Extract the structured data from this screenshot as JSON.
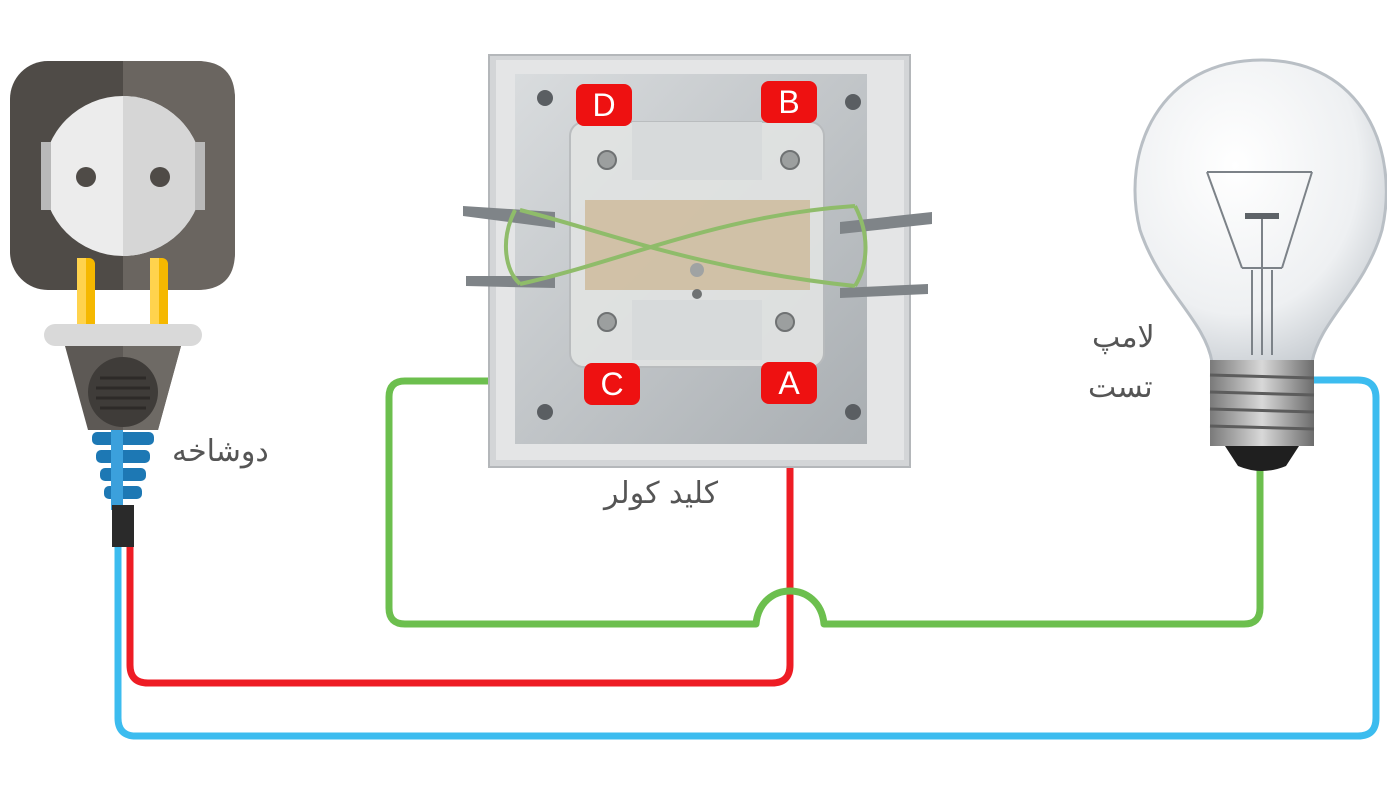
{
  "labels": {
    "plug": "دوشاخه",
    "switch": "کلید کولر",
    "lamp_line1": "لامپ",
    "lamp_line2": "تست"
  },
  "terminals": {
    "a": "A",
    "b": "B",
    "c": "C",
    "d": "D"
  },
  "colors": {
    "wire_red": "#ee1c24",
    "wire_green": "#6cbf4e",
    "wire_blue": "#3cbcef",
    "terminal_badge": "#ee1111",
    "label_text": "#555555"
  }
}
